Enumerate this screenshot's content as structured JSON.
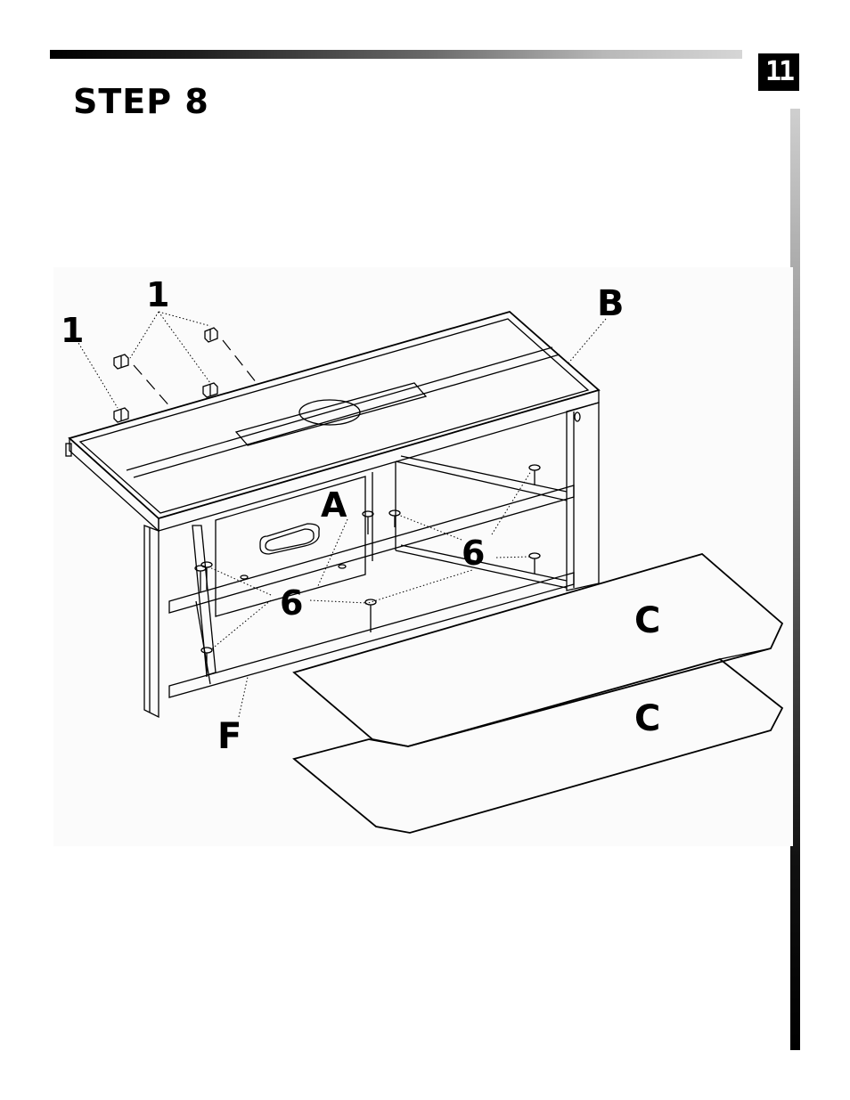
{
  "page": {
    "number": "11"
  },
  "step": {
    "title": "STEP 8"
  },
  "diagram": {
    "labels": {
      "hardware_1a": "1",
      "hardware_1b": "1",
      "panel_b": "B",
      "panel_a": "A",
      "hardware_6a": "6",
      "hardware_6b": "6",
      "panel_f": "F",
      "shelf_c1": "C",
      "shelf_c2": "C"
    },
    "icons": [
      "shelf-pin-icon",
      "cam-bracket-icon"
    ]
  }
}
